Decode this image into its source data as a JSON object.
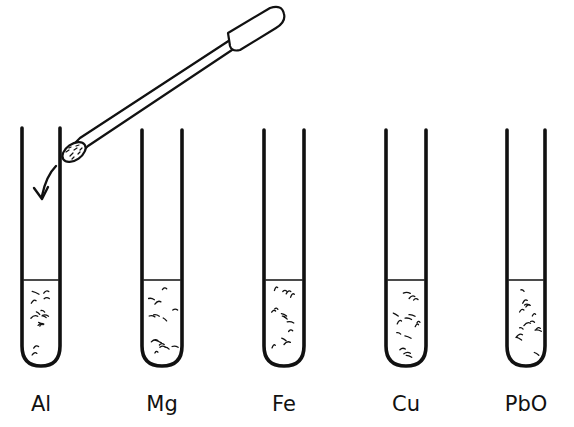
{
  "diagram": {
    "labels": [
      "Al",
      "Mg",
      "Fe",
      "Cu",
      "PbO"
    ]
  }
}
